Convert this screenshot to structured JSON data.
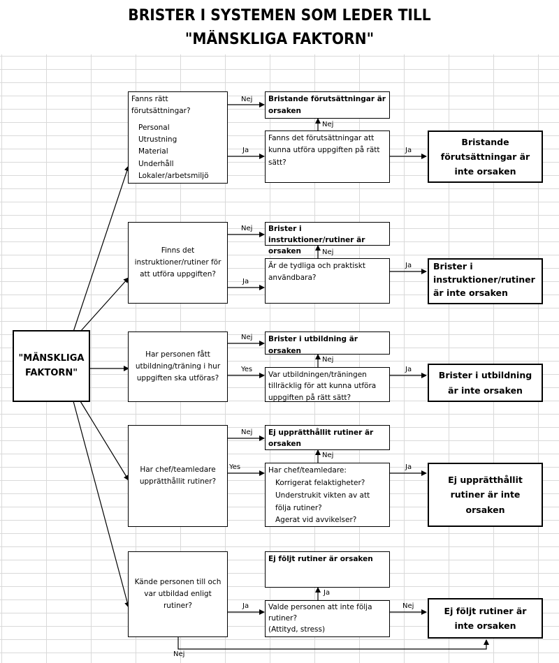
{
  "title": {
    "line1": "BRISTER I SYSTEMEN SOM LEDER TILL",
    "line2": "\"MÄNSKLIGA FAKTORN\""
  },
  "root": {
    "label": "\"MÄNSKLIGA FAKTORN\""
  },
  "branches": [
    {
      "question": "Fanns rätt förutsättningar?",
      "items": [
        "Personal",
        "Utrustning",
        "Material",
        "Underhåll",
        "Lokaler/arbetsmiljö"
      ],
      "no_label": "Nej",
      "no_result": "Bristande förutsättningar är orsaken",
      "mid_question": "Fanns det förutsättningar att kunna utföra uppgiften på rätt sätt?",
      "yes_label": "Ja",
      "up_label": "Nej",
      "right_label": "Ja",
      "final_result": "Bristande förutsättningar är inte orsaken"
    },
    {
      "question": "Finns det instruktioner/rutiner för att utföra uppgiften?",
      "no_label": "Nej",
      "no_result": "Brister i instruktioner/rutiner är orsaken",
      "mid_question": "Är de tydliga och praktiskt användbara?",
      "yes_label": "Ja",
      "up_label": "Nej",
      "right_label": "Ja",
      "final_result": "Brister i instruktioner/rutiner är inte orsaken"
    },
    {
      "question": "Har personen fått utbildning/träning i hur uppgiften ska utföras?",
      "no_label": "Nej",
      "no_result": "Brister i utbildning är orsaken",
      "mid_question": "Var utbildningen/träningen tillräcklig för att kunna utföra uppgiften på rätt sätt?",
      "yes_label": "Yes",
      "up_label": "Nej",
      "right_label": "Ja",
      "final_result": "Brister i utbildning är inte orsaken"
    },
    {
      "question": "Har chef/teamledare upprätthållit rutiner?",
      "no_label": "Nej",
      "no_result": "Ej upprätthållit rutiner är orsaken",
      "mid_heading": "Har chef/teamledare:",
      "mid_items": [
        "Korrigerat felaktigheter?",
        "Understrukit vikten av att följa rutiner?",
        "Agerat vid avvikelser?"
      ],
      "yes_label": "Yes",
      "up_label": "Nej",
      "right_label": "Ja",
      "final_result": "Ej upprätthållit rutiner är inte orsaken"
    },
    {
      "question": "Kände personen till och var utbildad enligt rutiner?",
      "no_result": "Ej följt rutiner är orsaken",
      "mid_question": "Valde personen att inte följa rutiner?",
      "mid_note": "(Attityd, stress)",
      "yes_label": "Ja",
      "up_label": "Ja",
      "right_label": "Nej",
      "bottom_label": "Nej",
      "final_result": "Ej följt rutiner är inte orsaken"
    }
  ]
}
